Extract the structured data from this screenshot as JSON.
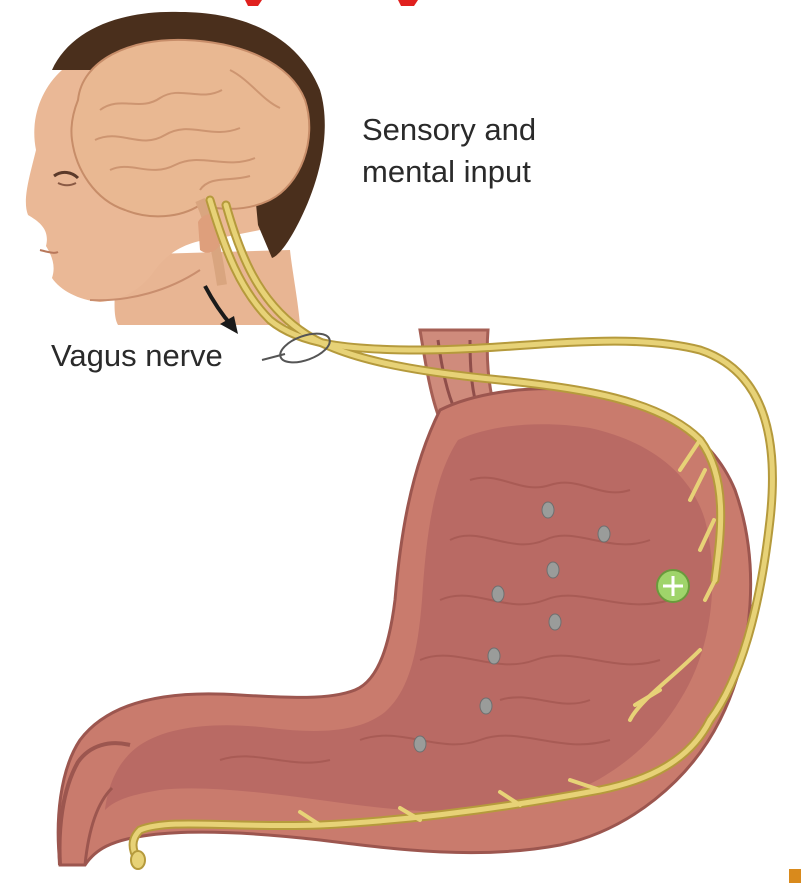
{
  "labels": {
    "sensory_line1": "Sensory and",
    "sensory_line2": "mental input",
    "vagus": "Vagus nerve"
  },
  "colors": {
    "nerve": "#e7d277",
    "nerve_outline": "#b59a3c",
    "stomach_outer": "#c97b6d",
    "stomach_inner": "#b96a64",
    "skin": "#eab896",
    "hair": "#4a2f1c",
    "brain": "#e9b892",
    "enzyme_marker": "#9fd46a",
    "title_red": "#e0201e"
  }
}
